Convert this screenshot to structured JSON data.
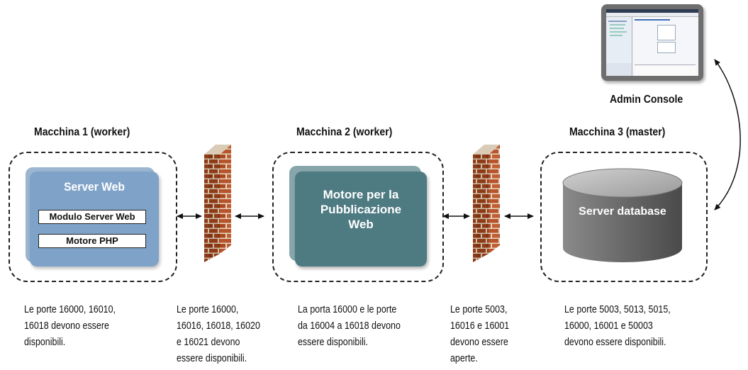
{
  "admin": {
    "label": "Admin Console"
  },
  "machines": [
    {
      "title": "Macchina 1 (worker)",
      "component": "Server Web",
      "modules": [
        "Modulo Server Web",
        "Motore PHP"
      ],
      "caption": [
        "Le porte 16000, 16010,",
        "16018 devono essere",
        "disponibili."
      ]
    },
    {
      "title": "Macchina 2  (worker)",
      "component_lines": [
        "Motore per la",
        "Pubblicazione",
        "Web"
      ],
      "caption": [
        "La porta 16000 e le porte",
        "da 16004 a 16018 devono",
        "essere disponibili."
      ]
    },
    {
      "title": "Macchina 3 (master)",
      "component": "Server database",
      "caption": [
        "Le porte 5003, 5013, 5015,",
        "16000, 16001 e 50003",
        "devono essere disponibili."
      ]
    }
  ],
  "firewalls": [
    {
      "caption": [
        "Le porte 16000,",
        "16016, 16018, 16020",
        "e 16021 devono",
        "essere disponibili."
      ]
    },
    {
      "caption": [
        "Le porte 5003,",
        "16016 e 16001",
        "devono essere",
        "aperte."
      ]
    }
  ],
  "colors": {
    "web_server_box": "#7fa3c8",
    "publishing_box": "#4e7a82",
    "database": "#7b7b7b",
    "brick": "#b5502a",
    "accent_blue": "#3f6fb5"
  }
}
